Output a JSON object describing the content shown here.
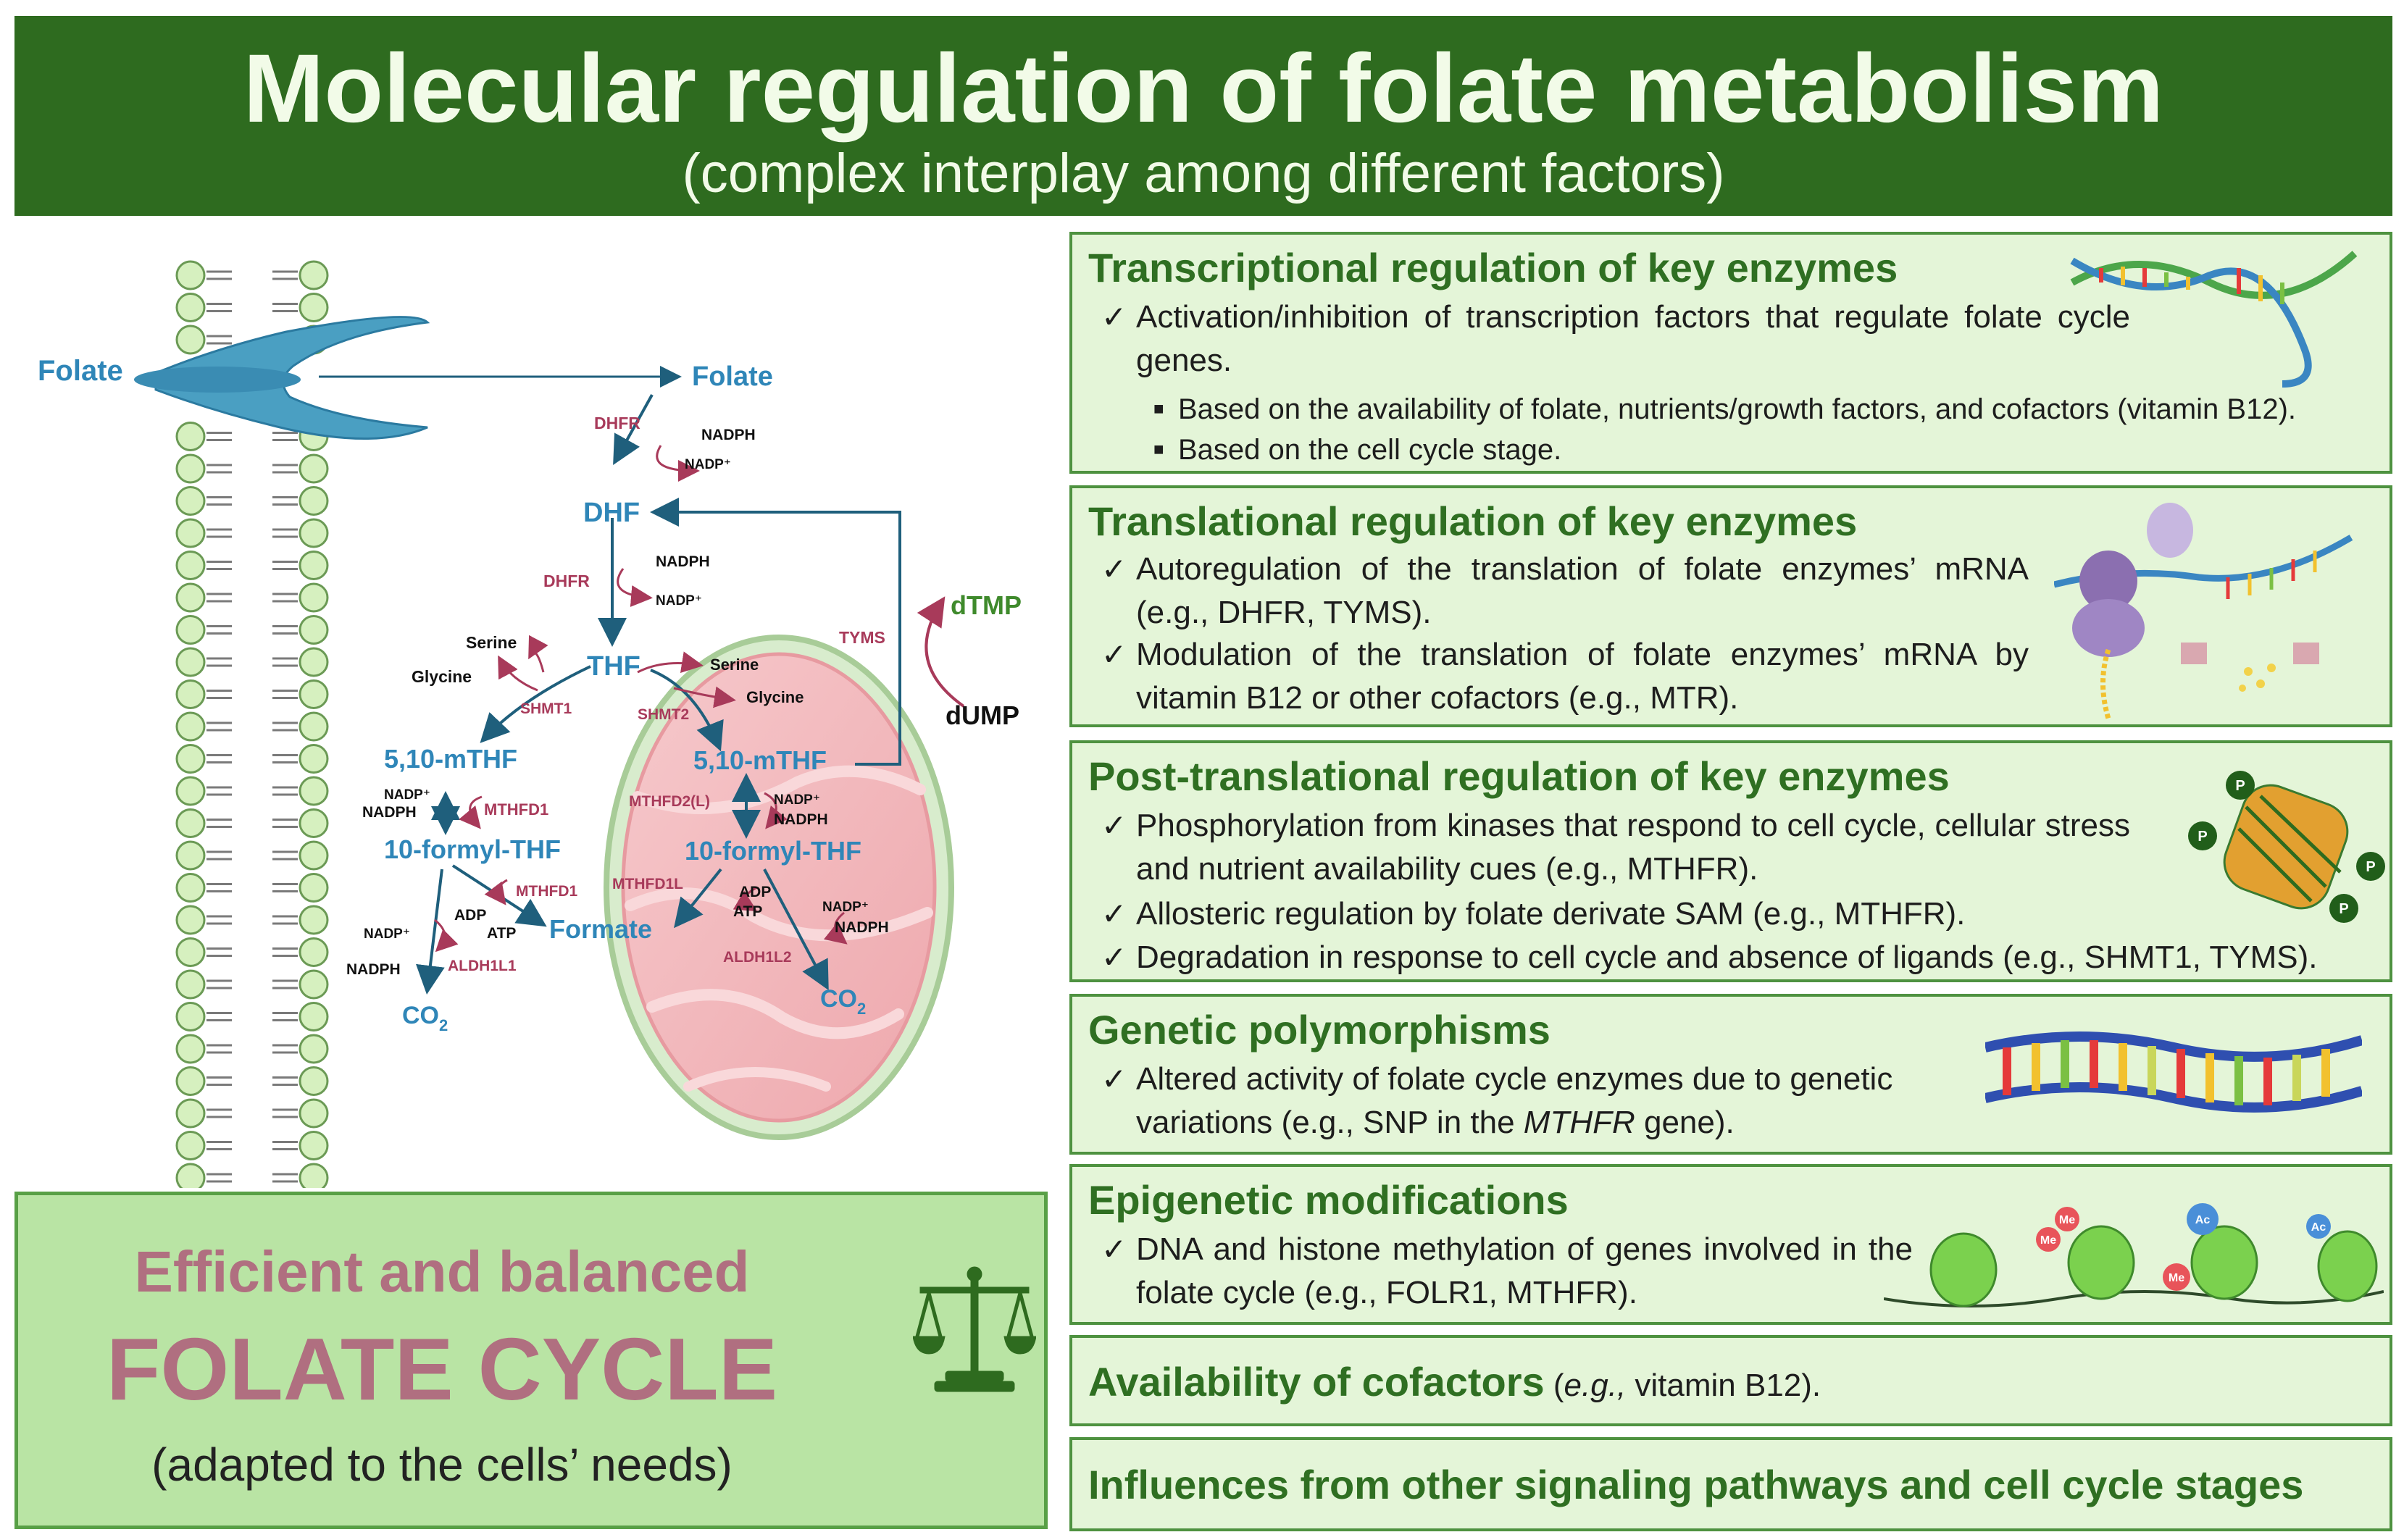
{
  "header": {
    "title": "Molecular regulation of folate metabolism",
    "subtitle": "(complex interplay among different factors)"
  },
  "diagram": {
    "folate_outside": "Folate",
    "folate_inside": "Folate",
    "dhfr1": "DHFR",
    "nadph1": "NADPH",
    "nadp1": "NADP⁺",
    "dhf": "DHF",
    "dhfr2": "DHFR",
    "nadph2": "NADPH",
    "nadp2": "NADP⁺",
    "thf": "THF",
    "serine_c": "Serine",
    "glycine_c": "Glycine",
    "shmt1": "SHMT1",
    "mthf_c": "5,10-mTHF",
    "nadp3": "NADP⁺",
    "nadph3": "NADPH",
    "mthfd1": "MTHFD1",
    "formyl_c": "10-formyl-THF",
    "mthfd1b": "MTHFD1",
    "adp1": "ADP",
    "atp1": "ATP",
    "formate": "Formate",
    "nadp4": "NADP⁺",
    "nadph4": "NADPH",
    "aldh1l1": "ALDH1L1",
    "co2_c": "CO",
    "co2_c_sub": "2",
    "tyms": "TYMS",
    "dtmp": "dTMP",
    "dump": "dUMP",
    "serine_m": "Serine",
    "glycine_m": "Glycine",
    "shmt2": "SHMT2",
    "mthf_m": "5,10-mTHF",
    "mthfd2": "MTHFD2(L)",
    "nadp5": "NADP⁺",
    "nadph5": "NADPH",
    "formyl_m": "10-formyl-THF",
    "mthfd1l": "MTHFD1L",
    "adp2": "ADP",
    "atp2": "ATP",
    "nadp6": "NADP⁺",
    "nadph6": "NADPH",
    "aldh1l2": "ALDH1L2",
    "co2_m": "CO",
    "co2_m_sub": "2"
  },
  "summary": {
    "line1": "Efficient and balanced",
    "line2": "FOLATE CYCLE",
    "line3": "(adapted to the cells’ needs)"
  },
  "sections": [
    {
      "title": "Transcriptional regulation of key enzymes",
      "checks": [
        "Activation/inhibition of transcription factors that regulate folate cycle genes."
      ],
      "squares": [
        "Based on the availability of folate, nutrients/growth factors, and cofactors (vitamin B12).",
        "Based on the cell cycle stage."
      ]
    },
    {
      "title": "Translational regulation of key enzymes",
      "checks": [
        "Autoregulation of the translation of folate enzymes’ mRNA (e.g., DHFR, TYMS).",
        "Modulation of the translation of folate enzymes’ mRNA by vitamin B12 or other cofactors (e.g., MTR)."
      ]
    },
    {
      "title": "Post-translational regulation of key enzymes",
      "checks": [
        "Phosphorylation from kinases that respond to cell cycle, cellular stress and nutrient availability cues (e.g., MTHFR).",
        "Allosteric regulation by folate derivate SAM (e.g., MTHFR).",
        "Degradation in response to cell cycle and absence of ligands (e.g., SHMT1, TYMS)."
      ],
      "phospho_label": "P"
    },
    {
      "title": "Genetic polymorphisms",
      "check_pre": "Altered activity of folate cycle enzymes due to genetic variations (e.g., SNP in the ",
      "check_gene": "MTHFR",
      "check_post": " gene)."
    },
    {
      "title": "Epigenetic modifications",
      "checks": [
        "DNA and histone methylation of genes involved in the folate cycle (e.g., FOLR1, MTHFR)."
      ],
      "me_label": "Me",
      "ac_label": "Ac"
    },
    {
      "title": "Availability of cofactors",
      "eg": "e.g.,",
      "rest": " vitamin B12)."
    },
    {
      "title": "Influences from other signaling pathways and cell cycle stages"
    }
  ],
  "colors": {
    "header_green": "#2e6b1f",
    "title_green": "#2f6f22",
    "box_fill": "#e4f5d8",
    "metabolite_blue": "#2f86b8",
    "enzyme_red": "#a83a5a",
    "summary_rose": "#b06f80",
    "membrane_green": "#cde8b6"
  }
}
